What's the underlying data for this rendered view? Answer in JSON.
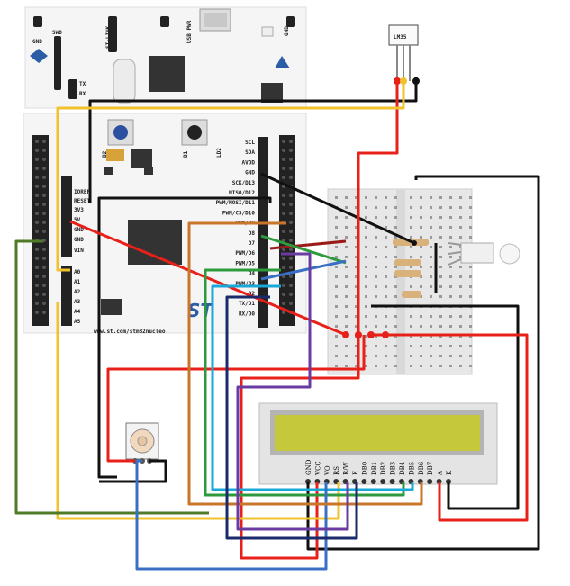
{
  "board": {
    "top_labels": {
      "gnd": "GND",
      "swd": "SWD",
      "stlink": "ST-LINK",
      "usbpwr": "USB PWR",
      "gnd2": "GND",
      "tx": "TX",
      "rx": "RX",
      "b2": "B2",
      "b1": "B1"
    },
    "bottom_labels": {
      "ld2": "LD2",
      "cn6": "IOREF",
      "reset": "RESET",
      "v33": "3V3",
      "v5": "5V",
      "gnd": "GND",
      "gnd2": "GND",
      "vin": "VIN",
      "a0": "A0",
      "a1": "A1",
      "a2": "A2",
      "a3": "A3",
      "a4": "A4",
      "a5": "A5",
      "url": "www.st.com/stm32nucleo"
    },
    "right_labels": [
      "SCL",
      "SDA",
      "AVDD",
      "GND",
      "SCK/D13",
      "MISO/D12",
      "PWM/MOSI/D11",
      "PWM/CS/D10",
      "PWM/D9",
      "D8",
      "D7",
      "PWM/D6",
      "PWM/D5",
      "D4",
      "PWM/D3",
      "D2",
      "TX/D1",
      "RX/D0"
    ],
    "logo": "ST"
  },
  "sensor": {
    "label": "LM35"
  },
  "lcd": {
    "pins": [
      "GND",
      "VCC",
      "VO",
      "RS",
      "R/W",
      "E",
      "DB0",
      "DB1",
      "DB2",
      "DB3",
      "DB4",
      "DB5",
      "DB6",
      "DB7",
      "A",
      "K"
    ]
  },
  "colors": {
    "red": "#e8201a",
    "black": "#111111",
    "yellow": "#f2c12e",
    "green": "#2e9a3e",
    "blue": "#3a6fc4",
    "cyan": "#1aa8d8",
    "purple": "#6a3ba0",
    "orange": "#c9752a",
    "navy": "#1a2a6b",
    "olive": "#4f7a28",
    "darkred": "#9a1a1a",
    "lcdscreen": "#c5c83a",
    "breadboard": "#e7e7e7",
    "board": "#f4f4f4"
  }
}
